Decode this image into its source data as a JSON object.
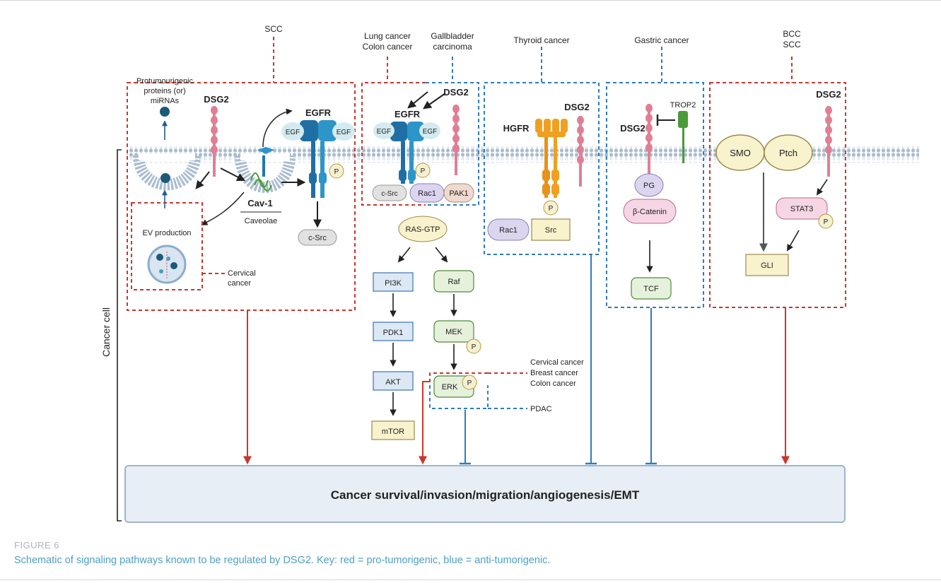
{
  "figure": {
    "label": "FIGURE 6",
    "caption": "Schematic of signaling pathways known to be regulated by DSG2. Key: red = pro-tumorigenic, blue = anti-tumorigenic."
  },
  "cell_label": "Cancer cell",
  "outcome": "Cancer survival/invasion/migration/angiogenesis/EMT",
  "colors": {
    "pro": "#c8372f",
    "anti": "#2e7bbf",
    "membrane": "#9bb3cc",
    "dsg2": "#e07f94",
    "egfr": "#1f77b0",
    "hgfr": "#f0a020",
    "trop2": "#4a9a3a"
  },
  "panels": {
    "scc": {
      "header": "SCC",
      "dsg2": "DSG2",
      "egfr": "EGFR",
      "egf_left": "EGF",
      "egf_right": "EGF",
      "p": "P",
      "protumo_line1": "Protumourigenic",
      "protumo_line2": "proteins (or)",
      "protumo_line3": "miRNAs",
      "cav1": "Cav-1",
      "caveolae": "Caveolae",
      "csrc": "c-Src",
      "ev": "EV production",
      "cervical_line1": "Cervical",
      "cervical_line2": "cancer"
    },
    "lung": {
      "header_line1": "Lung cancer",
      "header_line2": "Colon cancer",
      "header2_line1": "Gallbladder",
      "header2_line2": "carcinoma",
      "dsg2": "DSG2",
      "egfr": "EGFR",
      "egf_left": "EGF",
      "egf_right": "EGF",
      "p": "P",
      "csrc": "c-Src",
      "rac1": "Rac1",
      "pak1": "PAK1"
    },
    "ras": {
      "ras": "RAS-GTP",
      "pi3k": "PI3K",
      "pdk1": "PDK1",
      "akt": "AKT",
      "mtor": "mTOR",
      "raf": "Raf",
      "mek": "MEK",
      "erk": "ERK",
      "p": "P",
      "p2": "P",
      "cervical": "Cervical cancer",
      "breast": "Breast cancer",
      "colon": "Colon cancer",
      "pdac": "PDAC"
    },
    "thyroid": {
      "header": "Thyroid cancer",
      "hgfr": "HGFR",
      "dsg2": "DSG2",
      "p": "P",
      "rac1": "Rac1",
      "src": "Src"
    },
    "gastric": {
      "header": "Gastric cancer",
      "dsg2": "DSG2",
      "trop2": "TROP2",
      "pg": "PG",
      "bcatenin": "β-Catenin",
      "tcf": "TCF"
    },
    "bcc": {
      "header_line1": "BCC",
      "header_line2": "SCC",
      "dsg2": "DSG2",
      "smo": "SMO",
      "ptch": "Ptch",
      "stat3": "STAT3",
      "p": "P",
      "gli": "GLI"
    }
  }
}
